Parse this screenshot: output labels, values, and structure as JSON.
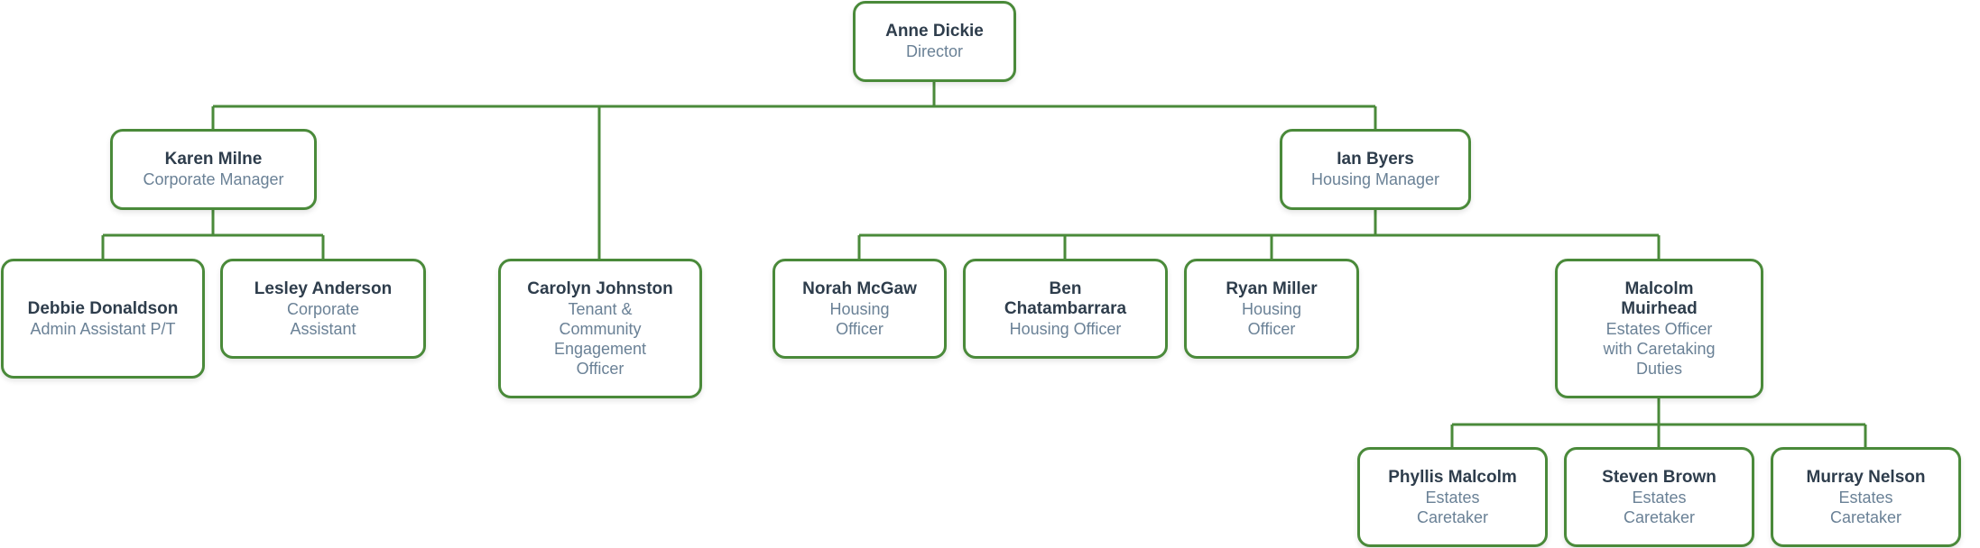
{
  "org": {
    "director": {
      "name": "Anne Dickie",
      "role": "Director"
    },
    "karen": {
      "name": "Karen Milne",
      "role": "Corporate Manager"
    },
    "ian": {
      "name": "Ian Byers",
      "role": "Housing Manager"
    },
    "debbie": {
      "name": "Debbie Donaldson",
      "role": "Admin Assistant P/T"
    },
    "lesley": {
      "name": "Lesley Anderson",
      "role": "Corporate Assistant"
    },
    "carolyn": {
      "name": "Carolyn Johnston",
      "role": "Tenant & Community Engagement Officer"
    },
    "norah": {
      "name": "Norah McGaw",
      "role": "Housing Officer"
    },
    "ben": {
      "name": "Ben Chatambarrara",
      "role": "Housing Officer"
    },
    "ryan": {
      "name": "Ryan Miller",
      "role": "Housing Officer"
    },
    "malcolm": {
      "name": "Malcolm Muirhead",
      "role": "Estates Officer with Caretaking Duties"
    },
    "phyllis": {
      "name": "Phyllis Malcolm",
      "role": "Estates Caretaker"
    },
    "steven": {
      "name": "Steven Brown",
      "role": "Estates Caretaker"
    },
    "murray": {
      "name": "Murray Nelson",
      "role": "Estates Caretaker"
    }
  }
}
